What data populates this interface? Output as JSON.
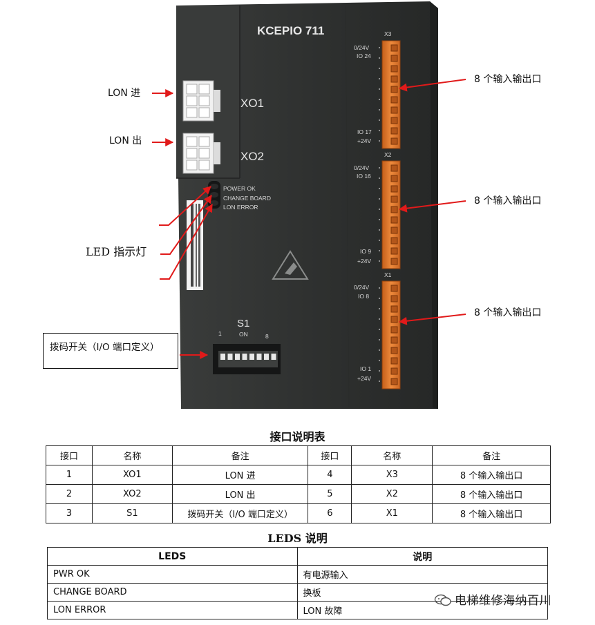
{
  "device": {
    "model": "KCEPIO 711",
    "connectors": {
      "xo1": "XO1",
      "xo2": "XO2"
    },
    "leds": {
      "power_ok": "POWER OK",
      "change_board": "CHANGE BOARD",
      "lon_error": "LON ERROR"
    },
    "headers": {
      "x3": "X3",
      "x2": "X2",
      "x1": "X1"
    },
    "io_labels": {
      "x3_top": [
        "0/24V",
        "IO 24"
      ],
      "x3_bottom": [
        "IO 17",
        "+24V"
      ],
      "x2_top": [
        "0/24V",
        "IO 16"
      ],
      "x2_bottom": [
        "IO 9",
        "+24V"
      ],
      "x1_top": [
        "0/24V",
        "IO 8"
      ],
      "x1_bottom": [
        "IO 1",
        "+24V"
      ]
    },
    "switch": {
      "name": "S1",
      "left": "1",
      "on": "ON",
      "right": "8"
    }
  },
  "callouts": {
    "lon_in": "LON 进",
    "lon_out": "LON 出",
    "led_indicator": "LED 指示灯",
    "io_x3": "8 个输入输出口",
    "io_x2": "8 个输入输出口",
    "io_x1": "8 个输入输出口",
    "dip_switch": "拨码开关（I/O 端口定义）"
  },
  "ports_table": {
    "title": "接口说明表",
    "headers": [
      "接口",
      "名称",
      "备注",
      "接口",
      "名称",
      "备注"
    ],
    "rows": [
      [
        "1",
        "XO1",
        "LON 进",
        "4",
        "X3",
        "8 个输入输出口"
      ],
      [
        "2",
        "XO2",
        "LON 出",
        "5",
        "X2",
        "8 个输入输出口"
      ],
      [
        "3",
        "S1",
        "拨码开关（I/O 端口定义）",
        "6",
        "X1",
        "8 个输入输出口"
      ]
    ]
  },
  "leds_table": {
    "title": "LEDS 说明",
    "headers": [
      "LEDS",
      "说明"
    ],
    "rows": [
      [
        "PWR OK",
        "有电源输入"
      ],
      [
        "CHANGE BOARD",
        "换板"
      ],
      [
        "LON ERROR",
        "LON 故障"
      ]
    ]
  },
  "watermark": "电梯维修海纳百川",
  "colors": {
    "arrow": "#e11a1a",
    "terminal": "#e07a2c",
    "housing": "#2e302f"
  }
}
